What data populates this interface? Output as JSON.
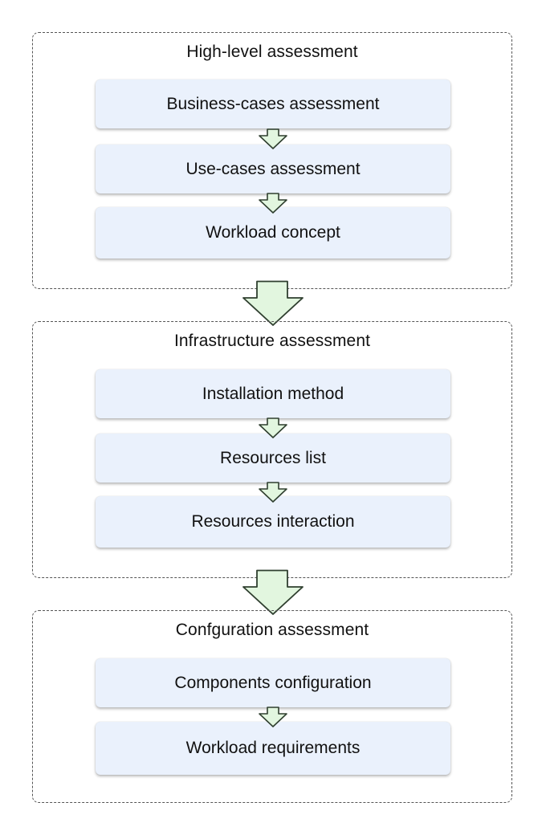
{
  "groups": [
    {
      "title": "High-level assessment",
      "steps": [
        "Business-cases assessment",
        "Use-cases assessment",
        "Workload concept"
      ]
    },
    {
      "title": "Infrastructure assessment",
      "steps": [
        "Installation method",
        "Resources list",
        "Resources interaction"
      ]
    },
    {
      "title": "Confguration assessment",
      "steps": [
        "Components configuration",
        "Workload requirements"
      ]
    }
  ],
  "colors": {
    "step_fill": "#eaf1fc",
    "arrow_fill": "#e2f6df",
    "arrow_stroke": "#2f3f2f",
    "border": "#555555"
  }
}
